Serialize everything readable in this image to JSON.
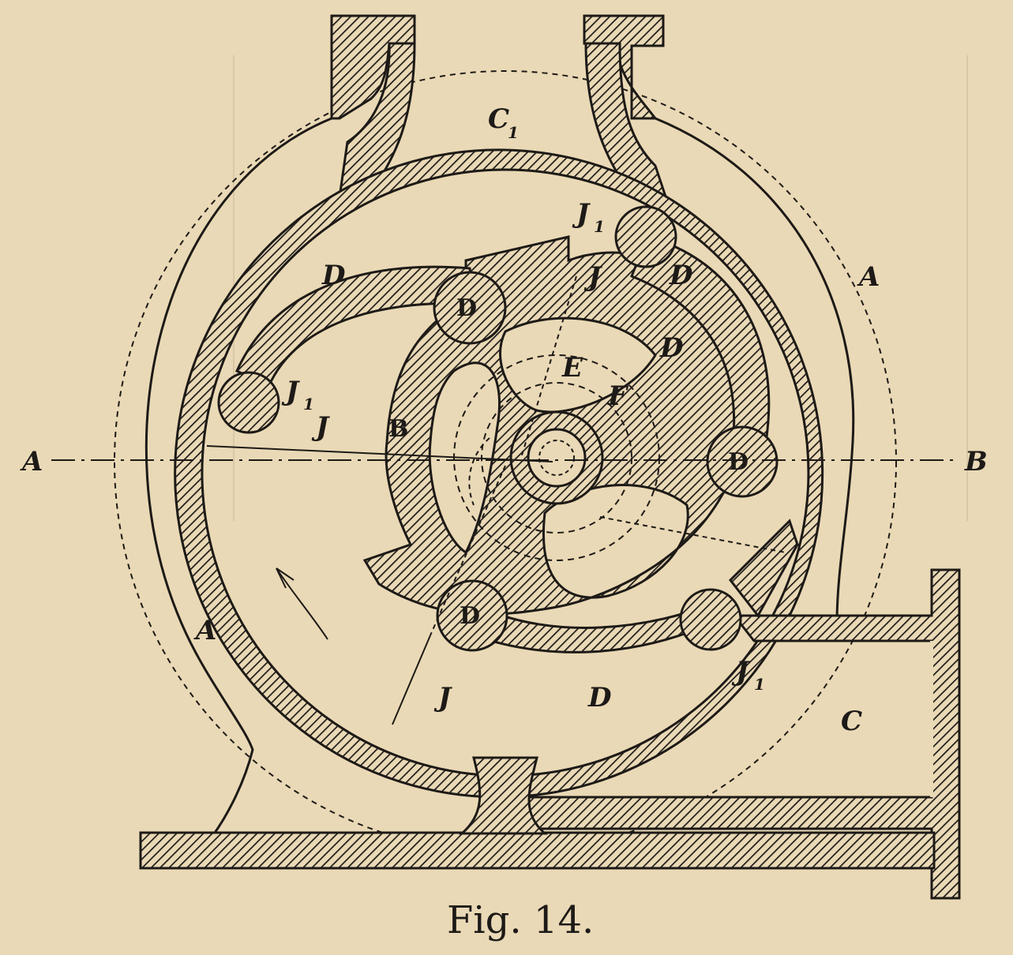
{
  "figure": {
    "caption": "Fig. 14.",
    "labels": {
      "A_casing_right": "A",
      "A_casing_left": "A",
      "A_axis_left": "A",
      "B_axis_right": "B",
      "B_rotor": "B",
      "C_outlet": "C",
      "C1_top": "C",
      "C1_top_sub": "1",
      "D_arm_left": "D",
      "D_roller_upper_left": "D",
      "D_roller_top_right": "D",
      "D_arm_right": "D",
      "D_roller_right": "D",
      "D_roller_bottom": "D",
      "D_arm_bottom": "D",
      "E_center": "E",
      "F_center": "F",
      "J_left": "J",
      "J_top_right": "J",
      "J_bottom": "J",
      "J1_top": "J",
      "J1_left": "J",
      "J1_bottom": "J",
      "J_sub": "1"
    }
  },
  "colors": {
    "paper": "#ead9b6",
    "ink": "#1d1a17",
    "bleed_through": "#c9b792"
  }
}
